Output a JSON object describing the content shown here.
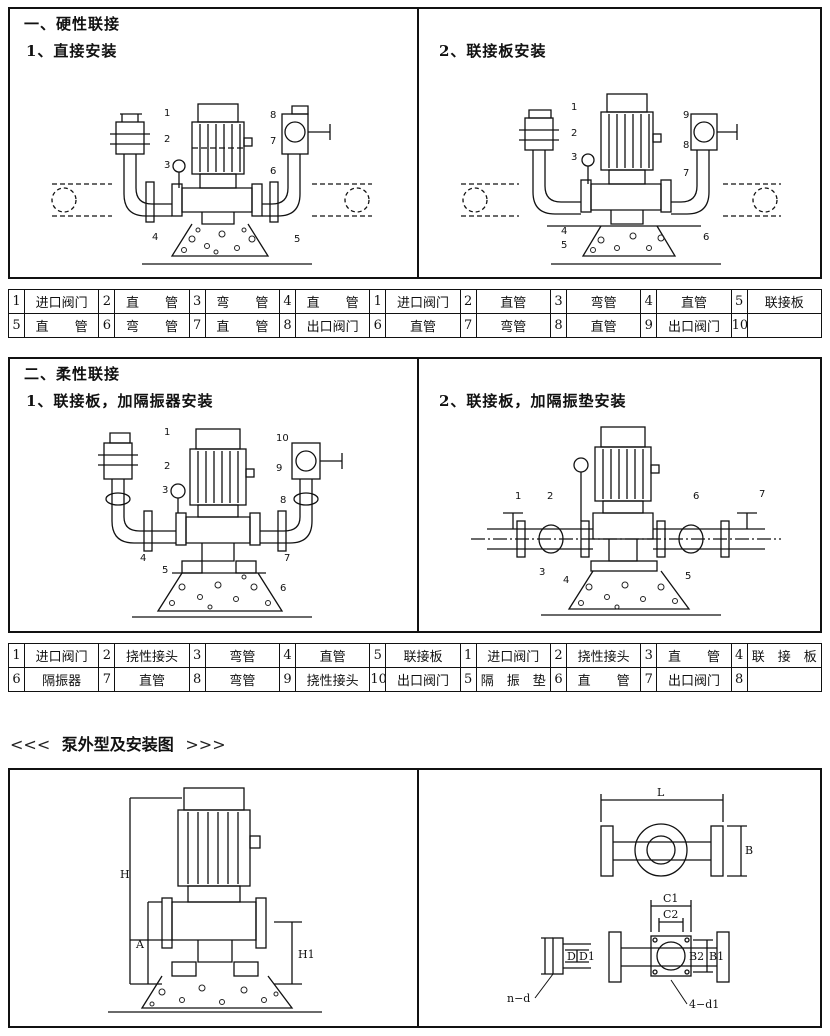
{
  "section1": {
    "title": "一、硬性联接",
    "left_title": "1、直接安装",
    "right_title": "2、联接板安装",
    "left_callouts": [
      "1",
      "2",
      "3",
      "4",
      "5",
      "6",
      "7",
      "8"
    ],
    "right_callouts": [
      "1",
      "2",
      "3",
      "4",
      "5",
      "6",
      "7",
      "8",
      "9"
    ]
  },
  "legend1": {
    "row1": [
      [
        "1",
        "进口阀门"
      ],
      [
        "2",
        "直　　管"
      ],
      [
        "3",
        "弯　　管"
      ],
      [
        "4",
        "直　　管"
      ],
      [
        "1",
        "进口阀门"
      ],
      [
        "2",
        "直管"
      ],
      [
        "3",
        "弯管"
      ],
      [
        "4",
        "直管"
      ],
      [
        "5",
        "联接板"
      ]
    ],
    "row2": [
      [
        "5",
        "直　　管"
      ],
      [
        "6",
        "弯　　管"
      ],
      [
        "7",
        "直　　管"
      ],
      [
        "8",
        "出口阀门"
      ],
      [
        "6",
        "直管"
      ],
      [
        "7",
        "弯管"
      ],
      [
        "8",
        "直管"
      ],
      [
        "9",
        "出口阀门"
      ],
      [
        "10",
        ""
      ]
    ]
  },
  "section2": {
    "title": "二、柔性联接",
    "left_title": "1、联接板，加隔振器安装",
    "right_title": "2、联接板，加隔振垫安装",
    "left_callouts": [
      "1",
      "2",
      "3",
      "4",
      "5",
      "6",
      "7",
      "8",
      "9",
      "10"
    ],
    "right_callouts": [
      "1",
      "2",
      "3",
      "4",
      "5",
      "6",
      "7"
    ]
  },
  "legend2": {
    "row1": [
      [
        "1",
        "进口阀门"
      ],
      [
        "2",
        "挠性接头"
      ],
      [
        "3",
        "弯管"
      ],
      [
        "4",
        "直管"
      ],
      [
        "5",
        "联接板"
      ],
      [
        "1",
        "进口阀门"
      ],
      [
        "2",
        "挠性接头"
      ],
      [
        "3",
        "直　　管"
      ],
      [
        "4",
        "联　接　板"
      ]
    ],
    "row2": [
      [
        "6",
        "隔振器"
      ],
      [
        "7",
        "直管"
      ],
      [
        "8",
        "弯管"
      ],
      [
        "9",
        "挠性接头"
      ],
      [
        "10",
        "出口阀门"
      ],
      [
        "5",
        "隔　振　垫"
      ],
      [
        "6",
        "直　　管"
      ],
      [
        "7",
        "出口阀门"
      ],
      [
        "8",
        ""
      ]
    ]
  },
  "section3": {
    "chev_left": "<<<",
    "title": "泵外型及安装图",
    "chev_right": ">>>",
    "dims_left": {
      "H": "H",
      "A": "A",
      "H1": "H1"
    },
    "dims_right": {
      "L": "L",
      "B": "B",
      "C1": "C1",
      "C2": "C2",
      "D": "D",
      "D1": "D1",
      "B1": "B1",
      "B2": "B2",
      "nd": "n−d",
      "d1": "4−d1"
    }
  }
}
